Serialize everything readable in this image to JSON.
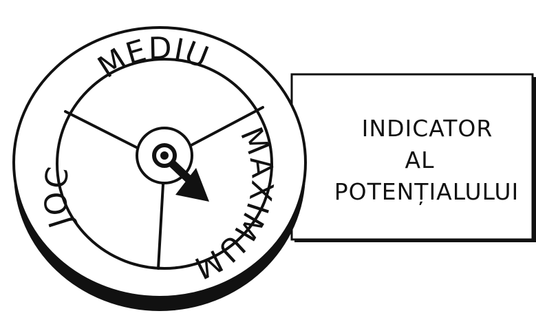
{
  "dial": {
    "segments": [
      {
        "label": "MEDIU"
      },
      {
        "label": "MAXIMUM"
      },
      {
        "label": "JOC"
      }
    ],
    "pointer_target": "MAXIMUM",
    "pointer_icon": "arrow-icon"
  },
  "panel": {
    "line1": "INDICATOR",
    "line2": "AL",
    "line3": "POTENȚIALULUI"
  },
  "colors": {
    "ink": "#111111",
    "paper": "#ffffff"
  }
}
